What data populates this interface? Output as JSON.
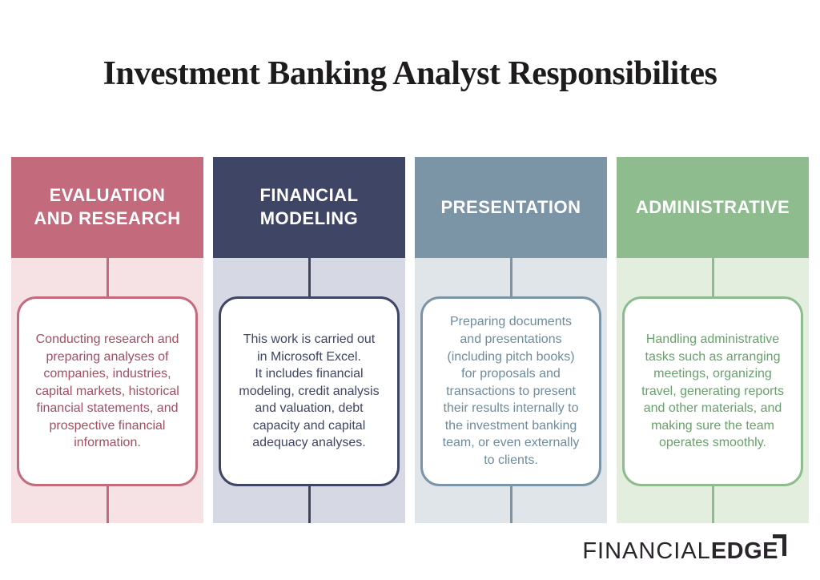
{
  "title": "Investment Banking Analyst Responsibilites",
  "background": "#ffffff",
  "columns": [
    {
      "id": "evaluation-and-research",
      "header": "EVALUATION\nAND RESEARCH",
      "description": "Conducting research and\npreparing analyses of\ncompanies, industries,\ncapital markets, historical\nfinancial statements, and\nprospective financial\ninformation.",
      "colors": {
        "accent": "#c36b7d",
        "tint": "#f6e1e4",
        "text": "#a34f62"
      }
    },
    {
      "id": "financial-modeling",
      "header": "FINANCIAL\nMODELING",
      "description": "This work is carried out\nin Microsoft Excel.\nIt includes financial\nmodeling, credit analysis\nand valuation, debt\ncapacity and capital\nadequacy analyses.",
      "colors": {
        "accent": "#3f4565",
        "tint": "#d6d8e4",
        "text": "#3f4565"
      }
    },
    {
      "id": "presentation",
      "header": "PRESENTATION",
      "description": "Preparing documents\nand presentations\n(including pitch books)\nfor proposals and\ntransactions to present\ntheir results internally to\nthe investment banking\nteam, or even externally\nto clients.",
      "colors": {
        "accent": "#7c95a6",
        "tint": "#dfe5e8",
        "text": "#6d8c9e"
      }
    },
    {
      "id": "administrative",
      "header": "ADMINISTRATIVE",
      "description": "Handling administrative\ntasks such as arranging\nmeetings, organizing\ntravel, generating reports\nand other materials, and\nmaking sure the team\noperates smoothly.",
      "colors": {
        "accent": "#8ebc8f",
        "tint": "#e3eedf",
        "text": "#68a16b"
      }
    }
  ],
  "logo": {
    "part1": "FINANCIAL",
    "part2": "EDGE",
    "mark": "corner-bracket-icon",
    "color": "#2a252b"
  }
}
